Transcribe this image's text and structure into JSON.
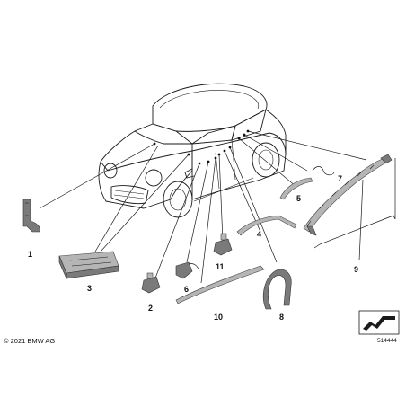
{
  "diagram": {
    "part_labels": [
      "1",
      "2",
      "3",
      "4",
      "5",
      "6",
      "7",
      "8",
      "9",
      "10",
      "11"
    ],
    "copyright": "© 2021 BMW AG",
    "reference_number": "514444"
  }
}
